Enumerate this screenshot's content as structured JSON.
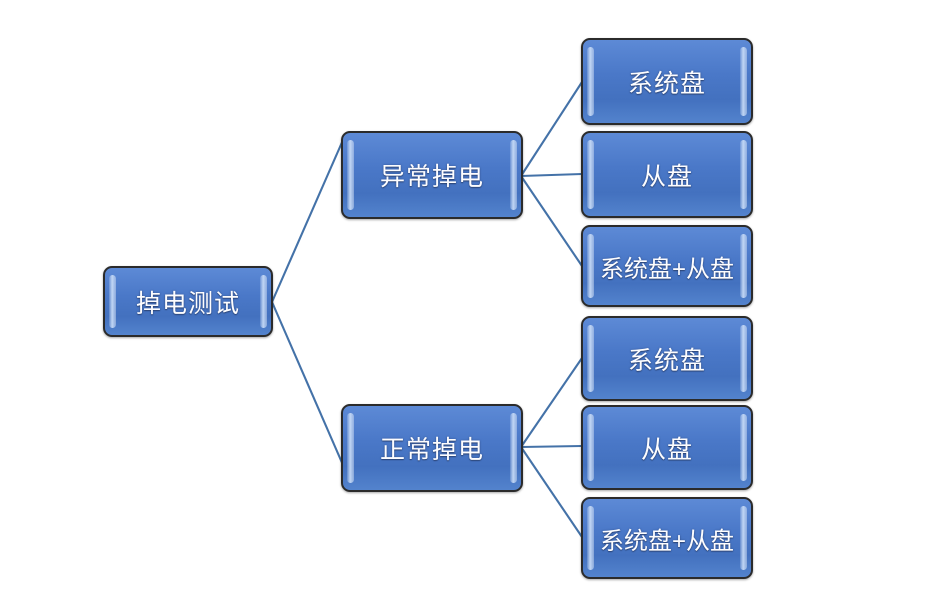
{
  "diagram": {
    "title": "掉电测试",
    "background_color": "#ffffff",
    "node_fill_color": "#4a78c8",
    "node_border_color": "#2b2b2b",
    "node_text_color": "#fdfdff",
    "edge_color": "#4472a8",
    "root": {
      "label": "掉电测试"
    },
    "branches": [
      {
        "label": "异常掉电",
        "leaves": [
          {
            "label": "系统盘"
          },
          {
            "label": "从盘"
          },
          {
            "label": "系统盘+从盘"
          }
        ]
      },
      {
        "label": "正常掉电",
        "leaves": [
          {
            "label": "系统盘"
          },
          {
            "label": "从盘"
          },
          {
            "label": "系统盘+从盘"
          }
        ]
      }
    ]
  }
}
